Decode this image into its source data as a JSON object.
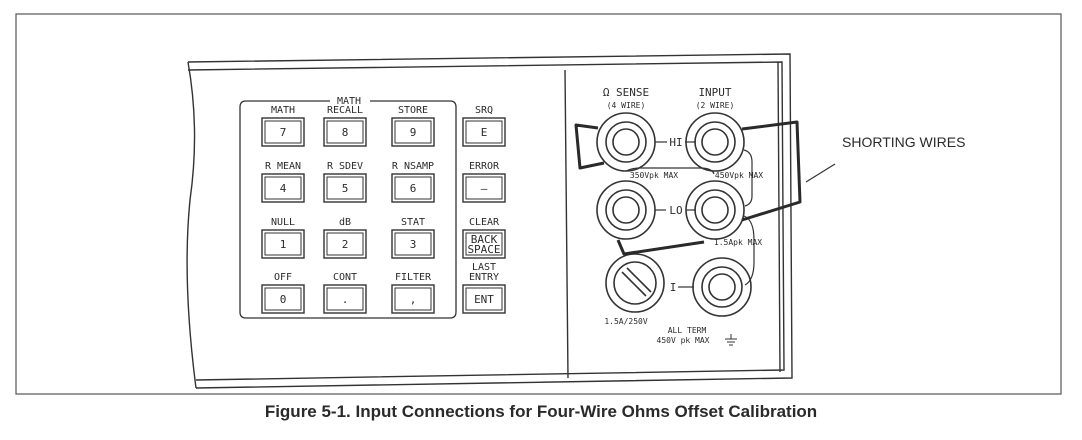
{
  "caption": "Figure 5-1. Input Connections for Four-Wire Ohms Offset Calibration",
  "callout": "SHORTING WIRES",
  "keypad": {
    "group_label": "MATH",
    "rows": [
      [
        {
          "label": "MATH",
          "key": "7"
        },
        {
          "label": "RECALL",
          "key": "8"
        },
        {
          "label": "STORE",
          "key": "9"
        },
        {
          "label": "SRQ",
          "key": "E"
        }
      ],
      [
        {
          "label": "R MEAN",
          "key": "4"
        },
        {
          "label": "R SDEV",
          "key": "5"
        },
        {
          "label": "R NSAMP",
          "key": "6"
        },
        {
          "label": "ERROR",
          "key": "—"
        }
      ],
      [
        {
          "label": "NULL",
          "key": "1"
        },
        {
          "label": "dB",
          "key": "2"
        },
        {
          "label": "STAT",
          "key": "3"
        },
        {
          "label": "CLEAR",
          "key": "BACK SPACE"
        }
      ],
      [
        {
          "label": "OFF",
          "key": "0"
        },
        {
          "label": "CONT",
          "key": "."
        },
        {
          "label": "FILTER",
          "key": ","
        },
        {
          "label": "LAST ENTRY",
          "key": "ENT"
        }
      ]
    ]
  },
  "terminals": {
    "sense_title": "Ω SENSE",
    "sense_sub": "(4 WIRE)",
    "input_title": "INPUT",
    "input_sub": "(2 WIRE)",
    "hi": "HI",
    "lo": "LO",
    "i": "I",
    "sense_rating": "350Vpk MAX",
    "input_rating": "450Vpk MAX",
    "current_rating": "1.5Apk MAX",
    "fuse_rating": "1.5A/250V",
    "term_rating_1": "ALL TERM",
    "term_rating_2": "450V pk MAX"
  }
}
